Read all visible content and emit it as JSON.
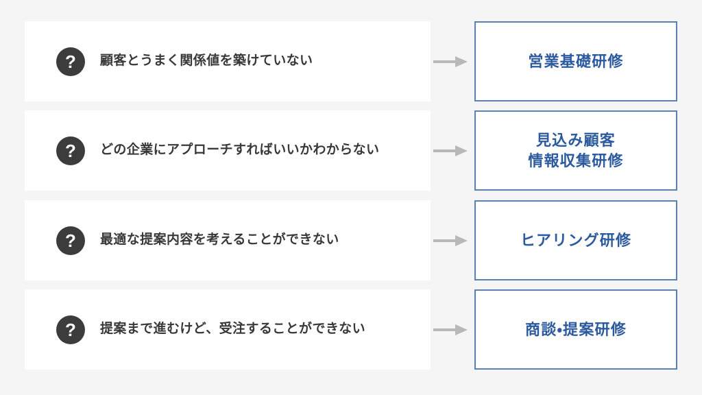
{
  "page": {
    "background_color": "#f5f5f6",
    "card_background_color": "#ffffff",
    "badge_color": "#3c3c3c",
    "box_border_color": "#5b81b4",
    "box_text_color": "#2c5a9e",
    "problem_text_color": "#383838",
    "arrow_color": "#b8b8b8"
  },
  "rows": [
    {
      "badge_glyph": "?",
      "problem": "顧客とうまく関係値を築けていない",
      "training": "営業基礎研修"
    },
    {
      "badge_glyph": "?",
      "problem": "どの企業にアプローチすればいいかわからない",
      "training": "見込み顧客\n情報収集研修"
    },
    {
      "badge_glyph": "?",
      "problem": "最適な提案内容を考えることができない",
      "training": "ヒアリング研修"
    },
    {
      "badge_glyph": "?",
      "problem": "提案まで進むけど、受注することができない",
      "training": "商談・提案研修"
    }
  ]
}
